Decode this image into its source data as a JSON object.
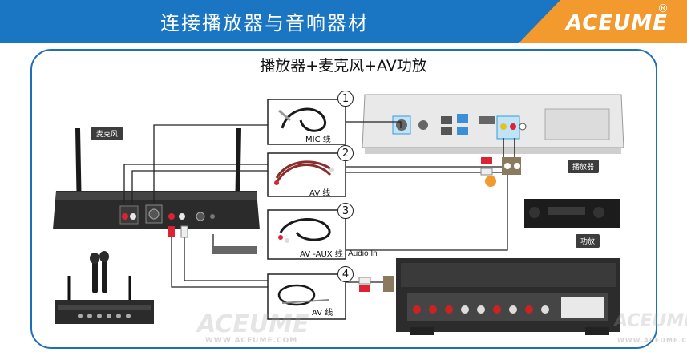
{
  "header": {
    "title": "连接播放器与音响器材",
    "brand": "ACEUME",
    "registered_mark": "®"
  },
  "subtitle": "播放器+麦克风+AV功放",
  "devices": {
    "microphone_label": "麦克风",
    "player_label": "播放器",
    "amplifier_label": "功放"
  },
  "cables": [
    {
      "number": "1",
      "label": "MIC 线"
    },
    {
      "number": "2",
      "label": "AV 线"
    },
    {
      "number": "3",
      "label": "AV -AUX 线"
    },
    {
      "number": "4",
      "label": "AV 线"
    }
  ],
  "audio_in_label": "Audio In",
  "watermark": {
    "brand": "ACEUME",
    "url": "WWW.ACEUME.COM"
  },
  "colors": {
    "header_blue": "#1a76c2",
    "brand_orange": "#f29a2e",
    "panel_border": "#1d6fb8",
    "cable_line": "#222222"
  }
}
